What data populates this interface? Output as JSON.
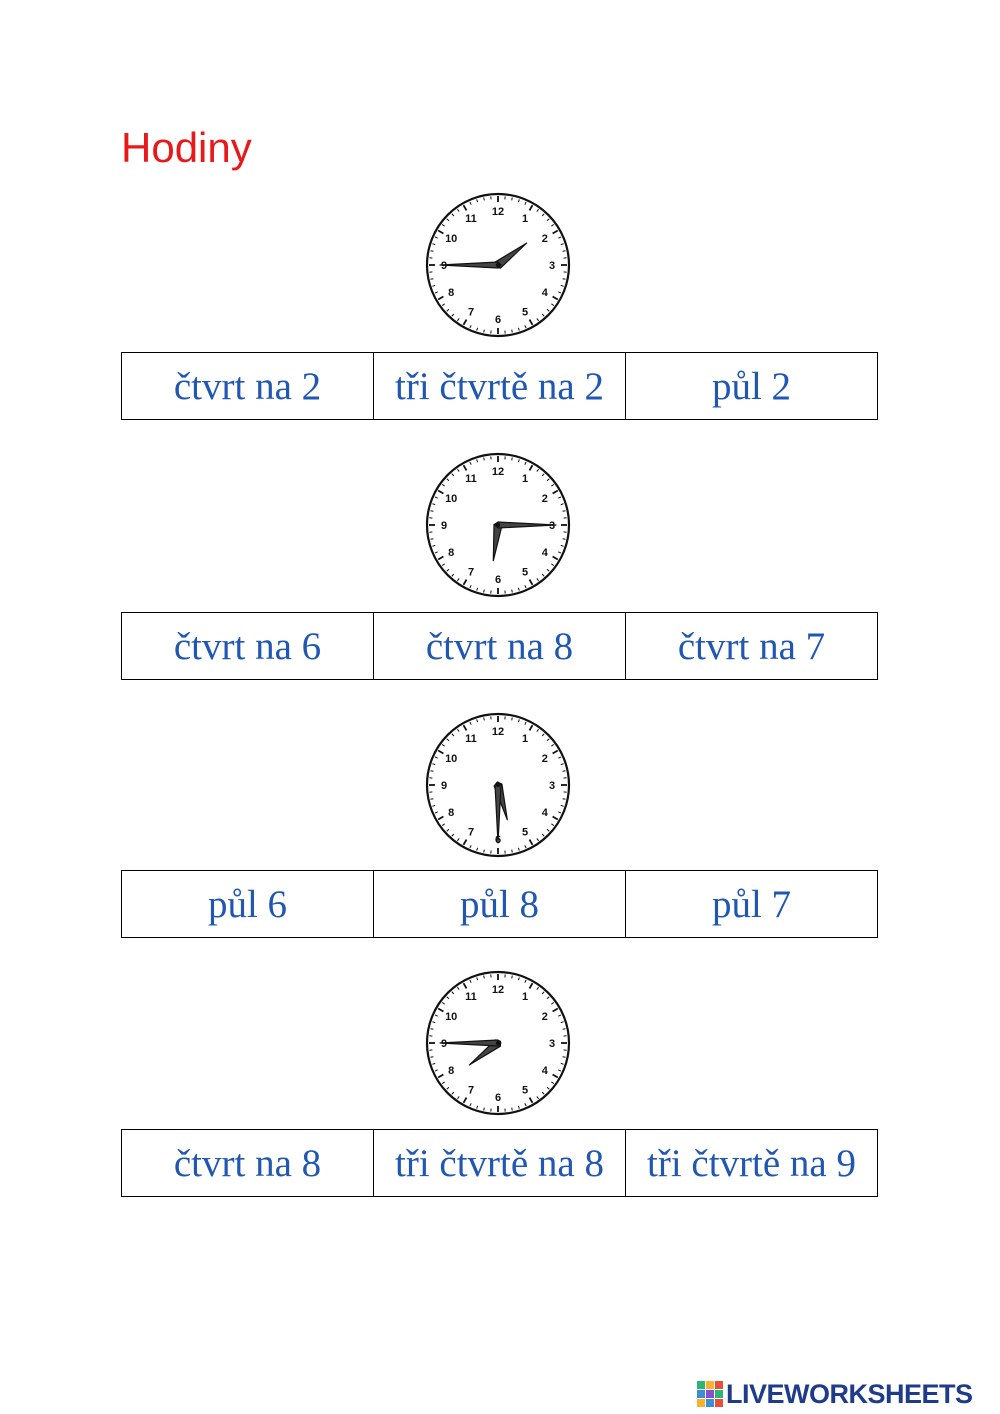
{
  "title": "Hodiny",
  "colors": {
    "title": "#e8191a",
    "answer_text": "#2057b3",
    "brand": "#1f3c8a"
  },
  "clock_face": {
    "numbers": [
      "12",
      "1",
      "2",
      "3",
      "4",
      "5",
      "6",
      "7",
      "8",
      "9",
      "10",
      "11"
    ]
  },
  "questions": [
    {
      "clock": {
        "hour": 1,
        "minute": 45
      },
      "options": [
        "čtvrt na 2",
        "tři čtvrtě na 2",
        "půl 2"
      ]
    },
    {
      "clock": {
        "hour": 6,
        "minute": 15
      },
      "options": [
        "čtvrt na 6",
        "čtvrt na 8",
        "čtvrt na 7"
      ]
    },
    {
      "clock": {
        "hour": 5,
        "minute": 30
      },
      "options": [
        "půl 6",
        "půl 8",
        "půl 7"
      ]
    },
    {
      "clock": {
        "hour": 7,
        "minute": 45
      },
      "options": [
        "čtvrt na 8",
        "tři čtvrtě na 8",
        "tři čtvrtě na 9"
      ]
    }
  ],
  "footer": {
    "brand_text": "LIVEWORKSHEETS",
    "logo_icon": "liveworksheets-logo-icon"
  }
}
